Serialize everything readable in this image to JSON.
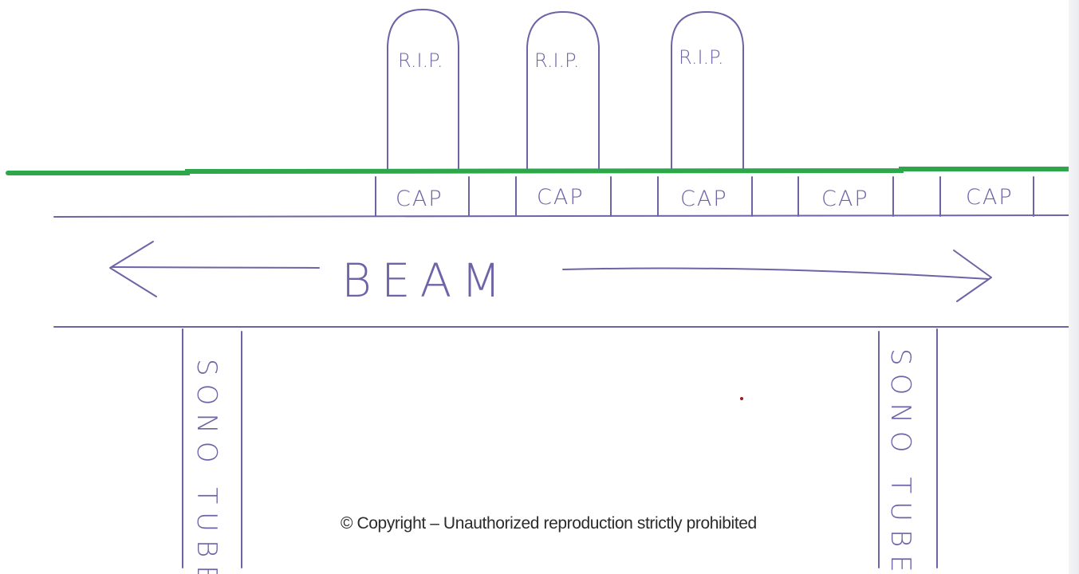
{
  "diagram": {
    "headstones": [
      {
        "label": "R.I.P."
      },
      {
        "label": "R.I.P."
      },
      {
        "label": "R.I.P."
      }
    ],
    "caps": [
      {
        "label": "CAP"
      },
      {
        "label": "CAP"
      },
      {
        "label": "CAP"
      },
      {
        "label": "CAP"
      },
      {
        "label": "CAP"
      }
    ],
    "beam_label": "BEAM",
    "tubes": [
      {
        "label": "SONO TUBE"
      },
      {
        "label": "SONO TUBE"
      }
    ],
    "copyright": "© Copyright – Unauthorized reproduction strictly prohibited"
  },
  "colors": {
    "ink": "#6f63a8",
    "ground_line": "#2ea64a",
    "background": "#ffffff"
  }
}
